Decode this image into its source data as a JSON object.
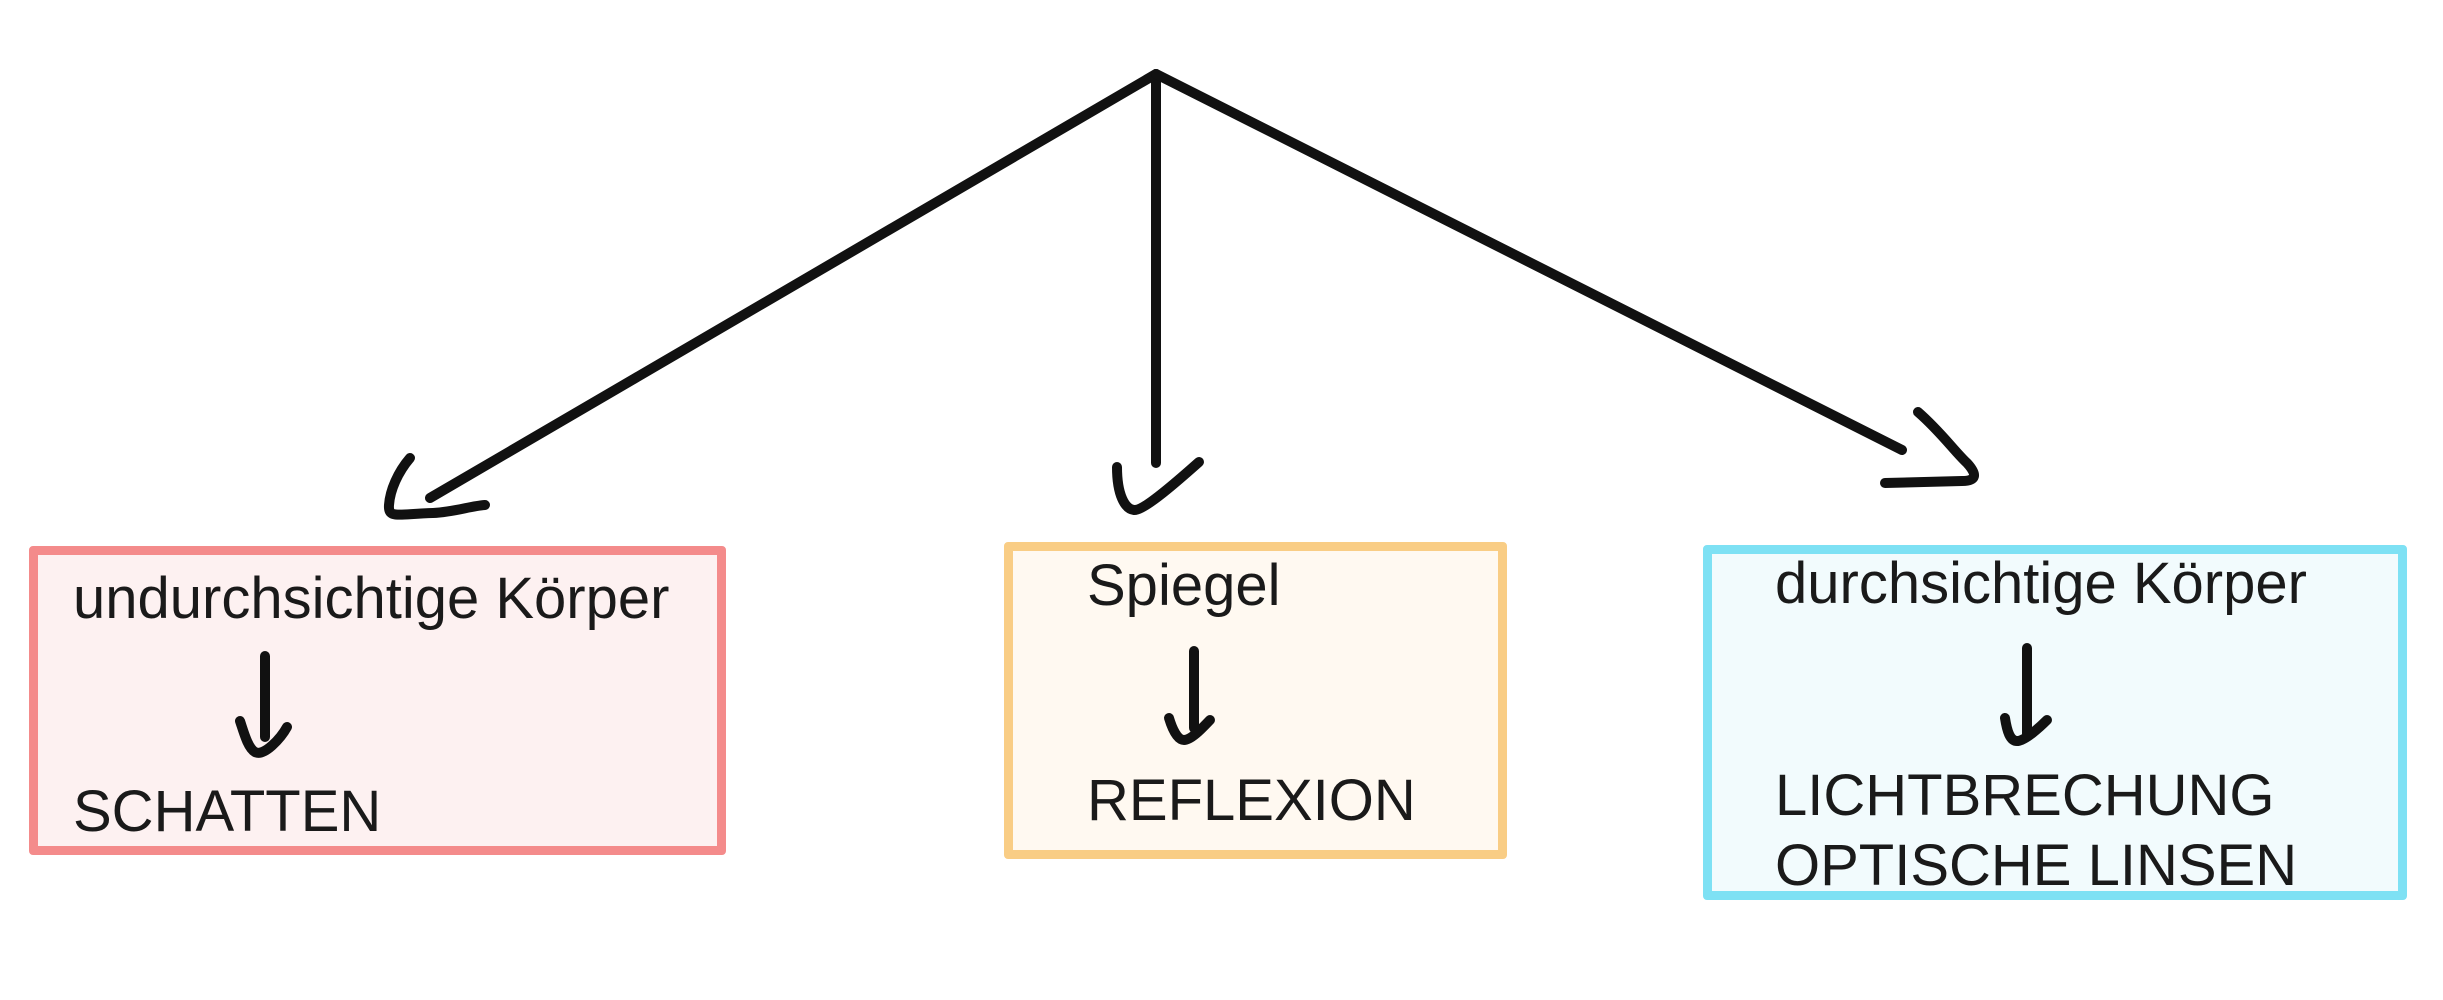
{
  "colors": {
    "stroke": "#111111",
    "red_border": "#f48b8b",
    "red_fill": "#fdf1f1",
    "orange_border": "#f9cd85",
    "orange_fill": "#fff9f1",
    "cyan_border": "#7ee1f4",
    "cyan_fill": "#f2fbfd"
  },
  "branches": [
    {
      "topic": "undurchsichtige Körper",
      "results": [
        "SCHATTEN"
      ]
    },
    {
      "topic": "Spiegel",
      "results": [
        "REFLEXION"
      ]
    },
    {
      "topic": "durchsichtige Körper",
      "results": [
        "LICHTBRECHUNG",
        "OPTISCHE LINSEN"
      ]
    }
  ]
}
